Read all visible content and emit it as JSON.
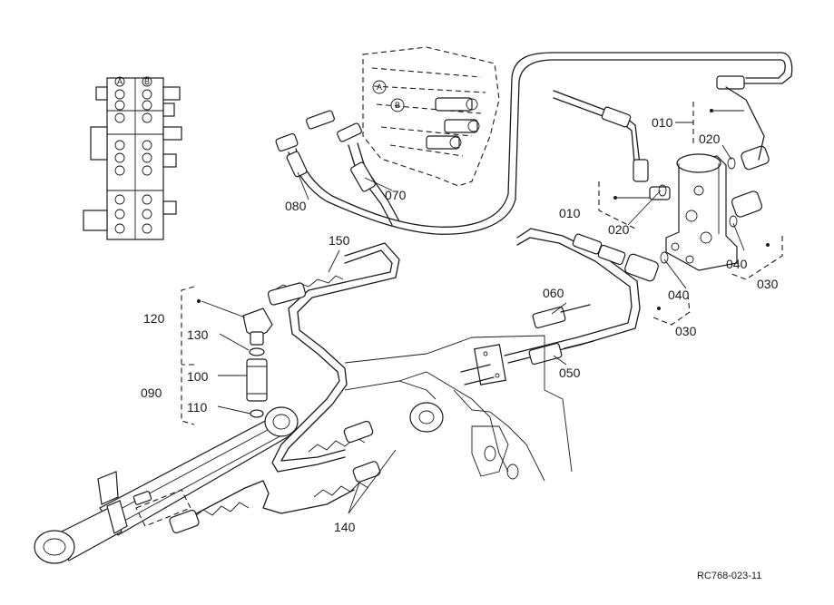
{
  "callouts": {
    "p010_top": "010",
    "p020_top": "020",
    "p010_mid": "010",
    "p020_mid": "020",
    "p030_right": "030",
    "p040_right": "040",
    "p040_mid": "040",
    "p030_mid": "030",
    "p060": "060",
    "p050": "050",
    "p070": "070",
    "p080": "080",
    "p150": "150",
    "p120": "120",
    "p130": "130",
    "p100": "100",
    "p090": "090",
    "p110": "110",
    "p140": "140"
  },
  "ports": {
    "a": "A",
    "b": "B"
  },
  "reference_code": "RC768-023-11"
}
